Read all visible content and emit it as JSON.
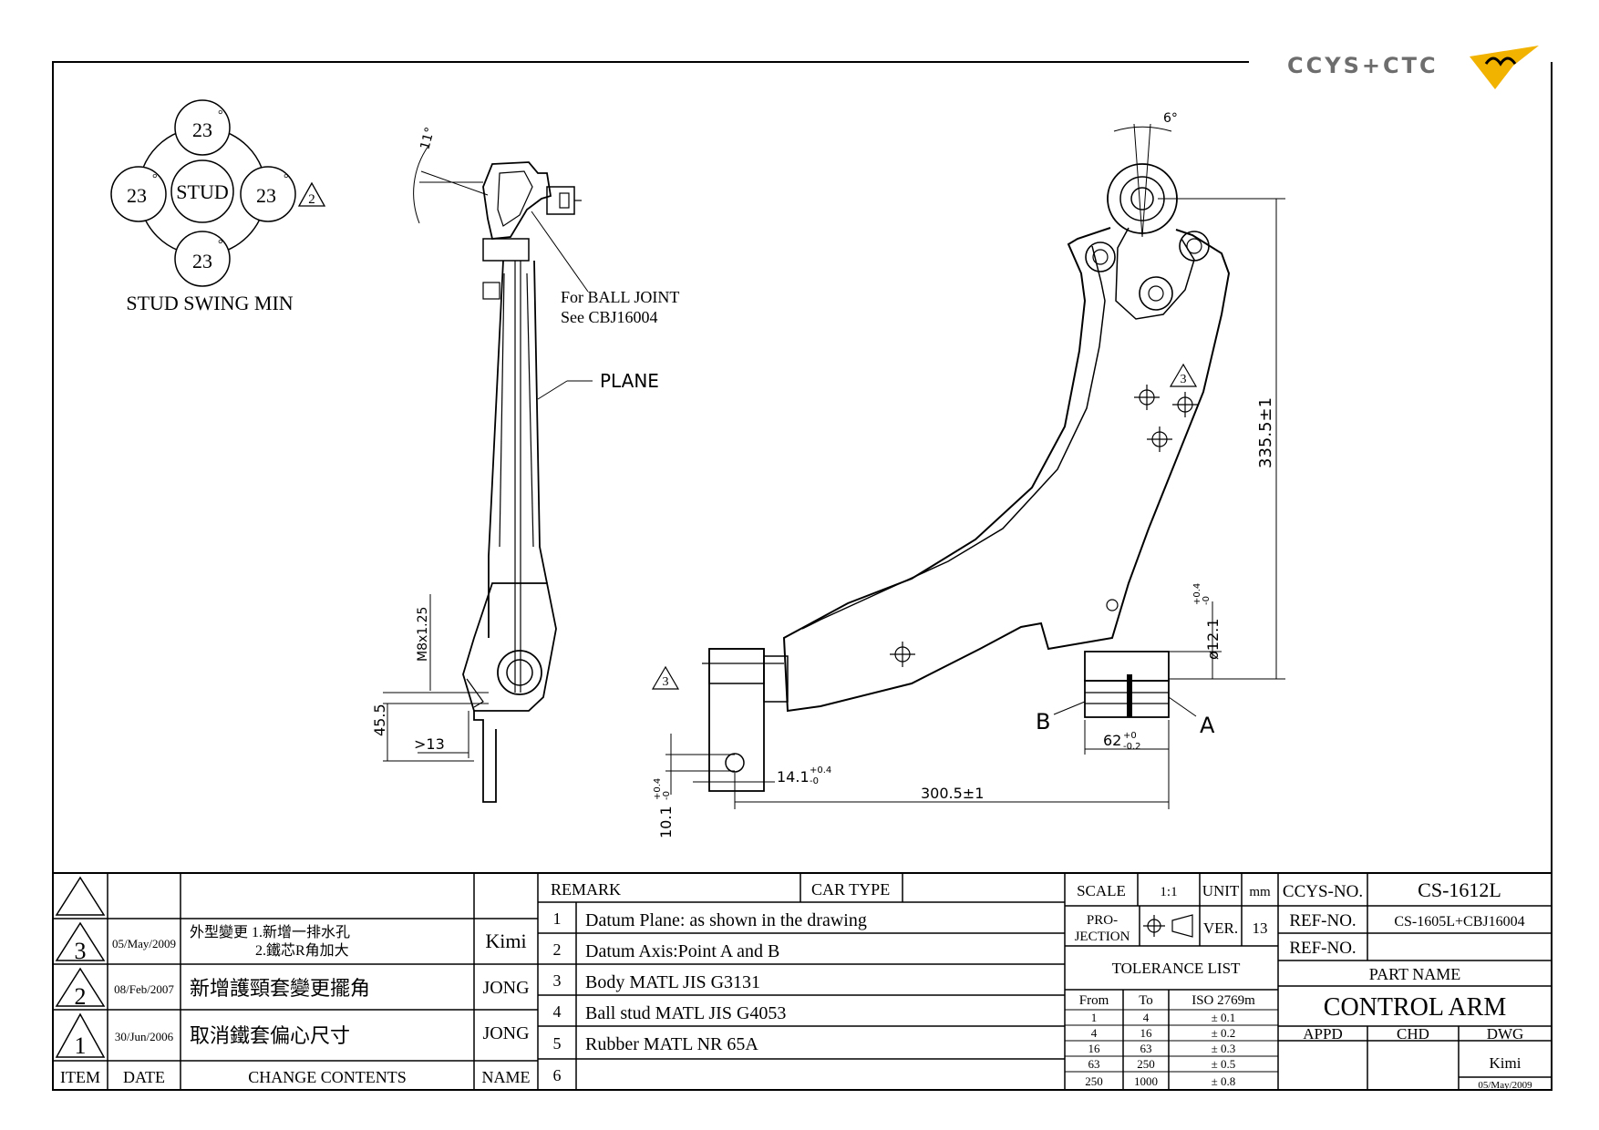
{
  "logo": {
    "text": "CCYS+CTC",
    "accent": "#f2b200"
  },
  "stud_swing": {
    "title": "STUD SWING MIN",
    "center": "STUD",
    "top": "23",
    "left": "23",
    "right": "23",
    "bottom": "23",
    "deg": "°",
    "rev_mark": "2"
  },
  "side_view": {
    "angle": "11°",
    "note_line1": "For BALL JOINT",
    "note_line2": "See CBJ16004",
    "plane": "PLANE",
    "thread": "M8x1.25",
    "dim_455": "45.5",
    "dim_13": ">13"
  },
  "front_view": {
    "angle": "6°",
    "dim_height": "335.5±1",
    "dim_dia": "ø12.1",
    "dim_dia_tol_up": "+0.4",
    "dim_dia_tol_lo": "-0",
    "label_a": "A",
    "label_b": "B",
    "dim_62": "62",
    "dim_62_tol_up": "+0",
    "dim_62_tol_lo": "-0.2",
    "dim_141": "14.1",
    "dim_141_tol_up": "+0.4",
    "dim_141_tol_lo": "-0",
    "dim_3005": "300.5±1",
    "dim_10": "10.1",
    "dim_10_tol_up": "+0.4",
    "dim_10_tol_lo": "-0",
    "rev_mark_left": "3",
    "rev_mark_right": "3"
  },
  "revisions": {
    "rows": [
      {
        "item": "3",
        "date": "05/May/2009",
        "content_line1": "外型變更 1.新增一排水孔",
        "content_line2": "2.鐵芯R角加大",
        "name": "Kimi"
      },
      {
        "item": "2",
        "date": "08/Feb/2007",
        "content_line1": "新增護頸套變更擺角",
        "name": "JONG"
      },
      {
        "item": "1",
        "date": "30/Jun/2006",
        "content_line1": "取消鐵套偏心尺寸",
        "name": "JONG"
      }
    ],
    "header": {
      "item": "ITEM",
      "date": "DATE",
      "contents": "CHANGE CONTENTS",
      "name": "NAME"
    }
  },
  "remarks": {
    "title": "REMARK",
    "car_type": "CAR TYPE",
    "rows": [
      {
        "no": "1",
        "text": "Datum Plane: as shown in the drawing"
      },
      {
        "no": "2",
        "text": "Datum Axis:Point A and B"
      },
      {
        "no": "3",
        "text": "Body MATL JIS G3131"
      },
      {
        "no": "4",
        "text": "Ball stud MATL JIS G4053"
      },
      {
        "no": "5",
        "text": "Rubber MATL NR 65A"
      },
      {
        "no": "6",
        "text": ""
      }
    ]
  },
  "title_block": {
    "scale_label": "SCALE",
    "scale": "1:1",
    "unit_label": "UNIT",
    "unit": "mm",
    "proj_line1": "PRO-",
    "proj_line2": "JECTION",
    "ver_label": "VER.",
    "ver": "13",
    "tol_title": "TOLERANCE LIST",
    "tol_header": [
      "From",
      "To",
      "ISO 2769m"
    ],
    "tol_rows": [
      [
        "1",
        "4",
        "± 0.1"
      ],
      [
        "4",
        "16",
        "± 0.2"
      ],
      [
        "16",
        "63",
        "± 0.3"
      ],
      [
        "63",
        "250",
        "± 0.5"
      ],
      [
        "250",
        "1000",
        "± 0.8"
      ]
    ],
    "ccys_label": "CCYS-NO.",
    "ccys_no": "CS-1612L",
    "ref_label": "REF-NO.",
    "ref_no": "CS-1605L+CBJ16004",
    "ref_label2": "REF-NO.",
    "ref_no2": "",
    "part_name_label": "PART NAME",
    "part_name": "CONTROL ARM",
    "appd": "APPD",
    "chd": "CHD",
    "dwg": "DWG",
    "drawer": "Kimi",
    "draw_date": "05/May/2009"
  }
}
